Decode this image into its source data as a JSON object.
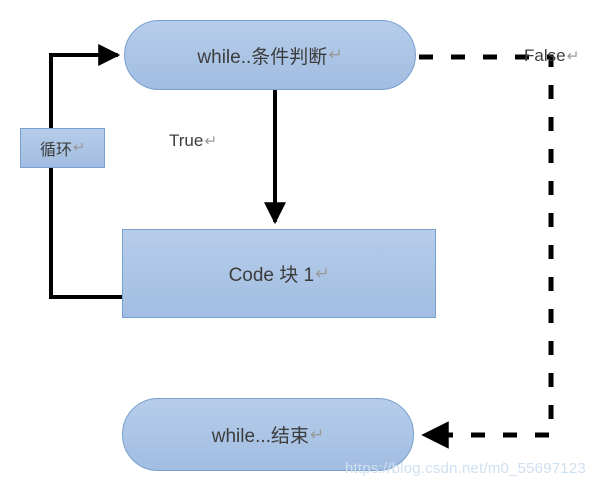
{
  "diagram": {
    "title": "while loop flowchart",
    "nodes": [
      {
        "id": "while-cond",
        "label": "while..条件判断",
        "cr": "↵",
        "shape": "terminal"
      },
      {
        "id": "code-block",
        "label": "Code 块 1",
        "cr": "↵",
        "shape": "process"
      },
      {
        "id": "while-end",
        "label": "while...结束",
        "cr": "↵",
        "shape": "terminal"
      },
      {
        "id": "loop-label",
        "label": "循环",
        "cr": "↵",
        "shape": "process"
      }
    ],
    "edge_labels": {
      "true": "True",
      "true_cr": "↵",
      "false": "False",
      "false_cr": "↵"
    },
    "colors": {
      "node_fill_top": "#b6cdea",
      "node_fill_bottom": "#a2bde2",
      "node_border": "#7aa0cf",
      "edge_stroke": "#000000",
      "text": "#3c3c3c",
      "cr_symbol": "#9a9a9a",
      "watermark": "#cfe0f0",
      "background": "#ffffff"
    }
  },
  "watermark": {
    "text": "https://blog.csdn.net/m0_55697123"
  }
}
